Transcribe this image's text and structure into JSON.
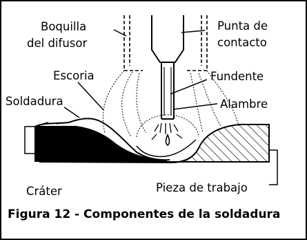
{
  "labels": {
    "boquilla_line1": "Boquilla",
    "boquilla_line2": "del difusor",
    "punta_line1": "Punta de",
    "punta_line2": "contacto",
    "escoria": "Escoria",
    "fundente": "Fundente",
    "soldadura": "Soldadura",
    "alambre": "Alambre",
    "crater": "Cráter",
    "pieza": "Pieza de trabajo"
  },
  "caption": "Figura 12 - Componentes de la soldadura",
  "colors": {
    "line": "#000000",
    "background": "#ffffff"
  }
}
